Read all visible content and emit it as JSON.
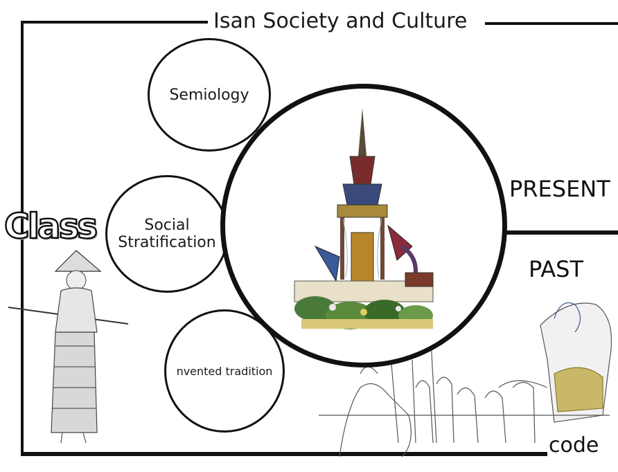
{
  "title": "Isan Society and Culture",
  "side_word": "Class",
  "circles": {
    "semiology": "Semiology",
    "social_stratification_line1": "Social",
    "social_stratification_line2": "Stratification",
    "invented_tradition": "nvented tradition"
  },
  "labels": {
    "present": "PRESENT",
    "past": "PAST",
    "code": "code"
  }
}
